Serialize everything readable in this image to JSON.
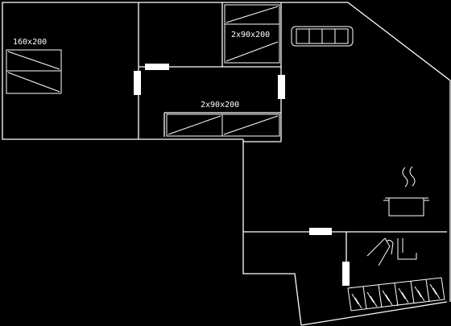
{
  "labels": {
    "bed_left": "160x200",
    "bed_top_right": "2x90x200",
    "bed_middle": "2x90x200"
  },
  "icons": [
    "sofa-icon",
    "cooking-pot-icon",
    "kitchen-tap-icon",
    "stair-steps-icon"
  ],
  "colors": {
    "background": "#000000",
    "lines": "#ffffff"
  }
}
